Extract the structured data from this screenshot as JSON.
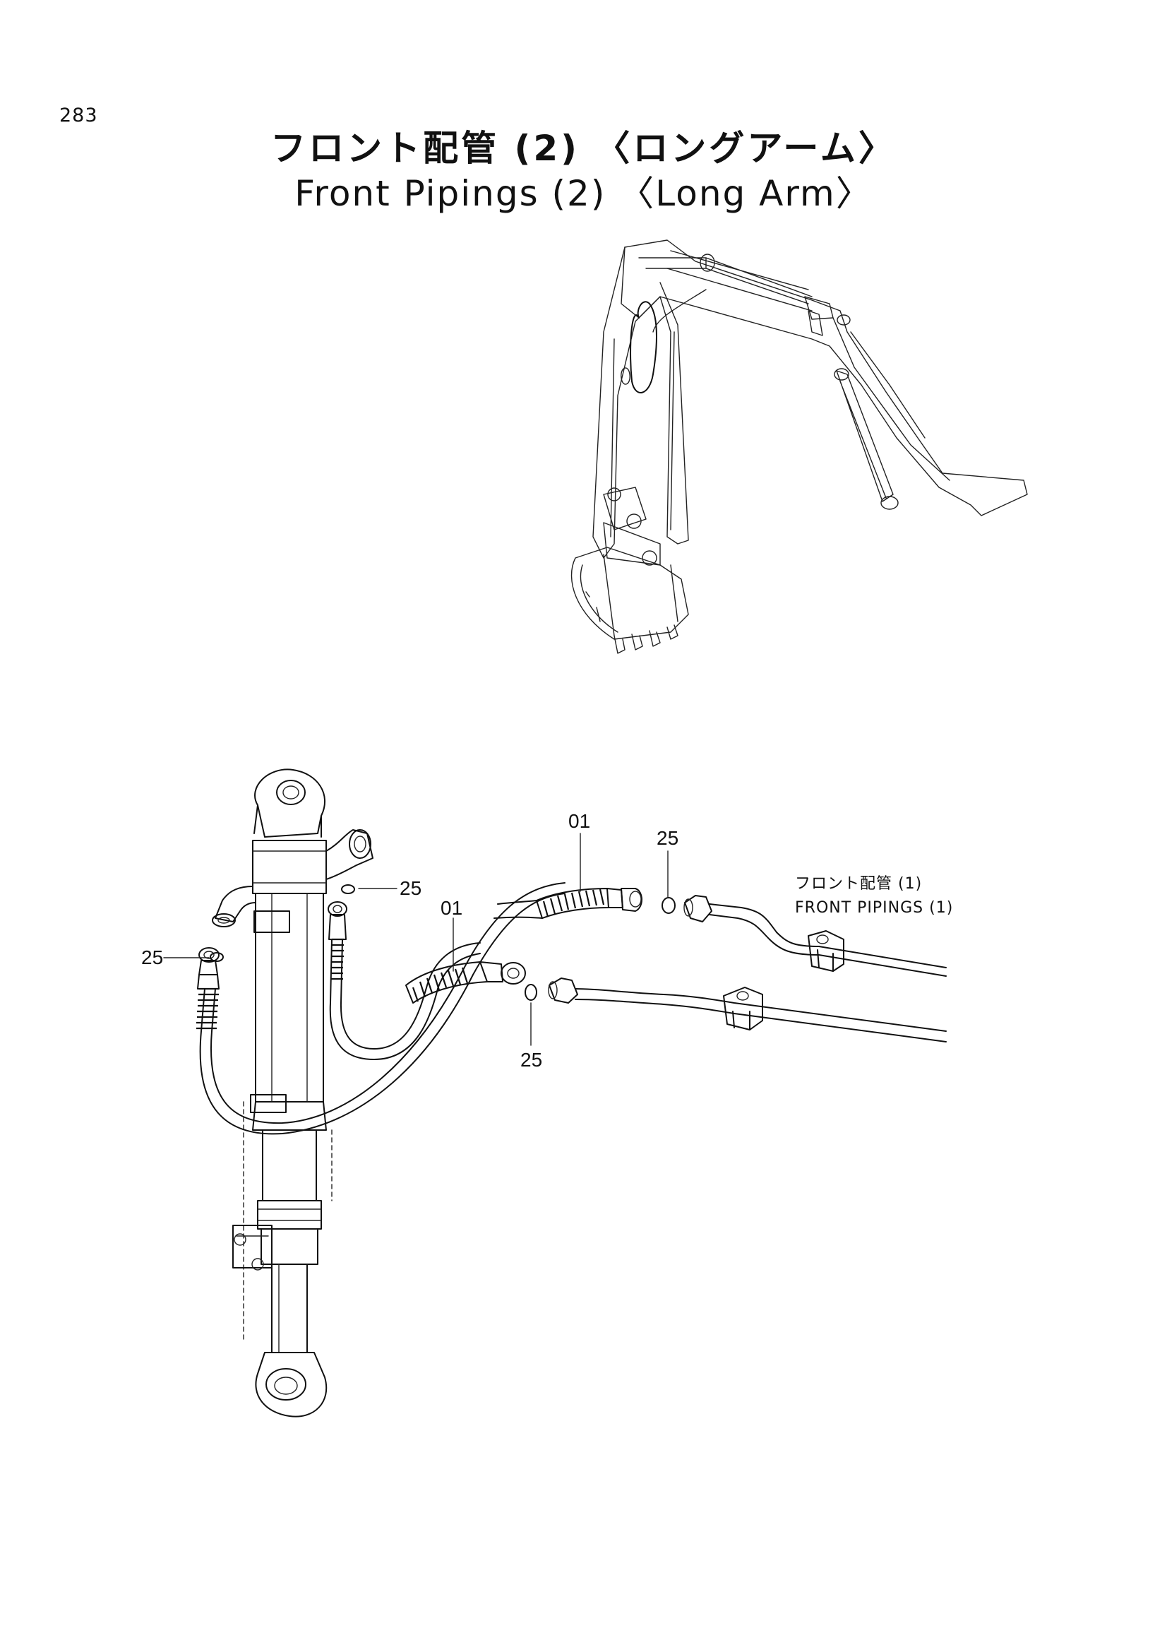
{
  "page": {
    "number": "283"
  },
  "title": {
    "japanese": "フロント配管 (2) 〈ロングアーム〉",
    "english": "Front Pipings (2) 〈Long Arm〉"
  },
  "callouts": {
    "hose_upper": "01",
    "hose_lower": "01",
    "oring_upper_right": "25",
    "oring_cylinder_top": "25",
    "oring_left": "25",
    "oring_lower_center": "25"
  },
  "reference": {
    "japanese": "フロント配管 (1)",
    "english": "FRONT PIPINGS (1)"
  }
}
